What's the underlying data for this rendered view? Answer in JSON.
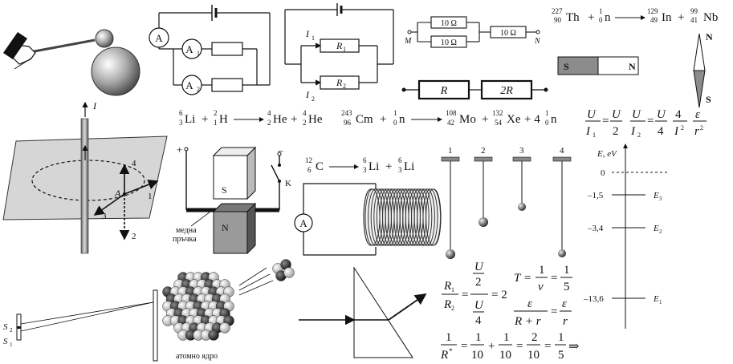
{
  "ammeters": {
    "main": "A",
    "a1": "A",
    "a1_sub": "1",
    "a2": "A",
    "a2_sub": "2",
    "coil": "A"
  },
  "parallel_circuit": {
    "i1": "I",
    "i1_sub": "1",
    "i2": "I",
    "i2_sub": "2",
    "r1": "R",
    "r1_sub": "1",
    "r2": "R",
    "r2_sub": "2"
  },
  "resistor_network": {
    "r_top": "10 Ω",
    "r_bottom": "10 Ω",
    "r_series": "10 Ω",
    "m": "M",
    "n": "N"
  },
  "reaction_thorium": {
    "th_a": "227",
    "th_z": "90",
    "th": "Th",
    "plus1": "+",
    "n_a": "1",
    "n_z": "0",
    "n": "n",
    "in_a": "129",
    "in_z": "49",
    "in": "In",
    "plus2": "+",
    "nb_a": "99",
    "nb_z": "41",
    "nb": "Nb"
  },
  "magnet": {
    "s": "S",
    "n": "N"
  },
  "compass": {
    "n": "N",
    "s": "S"
  },
  "series_resistors": {
    "r": "R",
    "r2": "2R"
  },
  "wire_field": {
    "current": "I",
    "point": "A",
    "dir1": "1",
    "dir2": "2",
    "dir3": "3",
    "dir4": "4"
  },
  "reaction_lithium": {
    "li_a": "6",
    "li_z": "3",
    "li": "Li",
    "plus1": "+",
    "h_a": "2",
    "h_z": "1",
    "h": "H",
    "he1_a": "4",
    "he1_z": "2",
    "he1": "He",
    "plus2": "+",
    "he2_a": "4",
    "he2_z": "2",
    "he2": "He"
  },
  "reaction_curium": {
    "cm_a": "243",
    "cm_z": "96",
    "cm": "Cm",
    "plus1": "+",
    "n_a": "1",
    "n_z": "0",
    "n": "n",
    "mo_a": "108",
    "mo_z": "42",
    "mo": "Mo",
    "plus2": "+",
    "xe_a": "132",
    "xe_z": "54",
    "xe": "Xe",
    "plus3": "+ 4",
    "n2_a": "1",
    "n2_z": "0",
    "n2": "n"
  },
  "formula_ratios": {
    "u1": "U",
    "i1": "I",
    "i1_sub": "1",
    "u2": "U",
    "two": "2",
    "u3": "U",
    "i2": "I",
    "i2_sub": "2",
    "u4": "U",
    "four": "4",
    "num4": "4",
    "isq": "I",
    "isq_exp": "2",
    "eps": "ε",
    "rsq": "r",
    "rsq_exp": "2"
  },
  "reaction_carbon": {
    "c_a": "12",
    "c_z": "6",
    "c": "C",
    "li1_a": "6",
    "li1_z": "3",
    "li1": "Li",
    "plus": "+",
    "li2_a": "6",
    "li2_z": "3",
    "li2": "Li"
  },
  "magnet_rod": {
    "plus": "+",
    "minus": "−",
    "s": "S",
    "n": "N",
    "k": "K",
    "rod_label_1": "медна",
    "rod_label_2": "пръчка"
  },
  "pendulums": {
    "p1": "1",
    "p2": "2",
    "p3": "3",
    "p4": "4"
  },
  "energy_levels": {
    "axis": "E, eV",
    "l0": "0",
    "l1": "–1,5",
    "l2": "–3,4",
    "l3": "–13,6",
    "e3": "E",
    "e3_sub": "3",
    "e2": "E",
    "e2_sub": "2",
    "e1": "E",
    "e1_sub": "1"
  },
  "slits": {
    "s2": "S",
    "s2_sub": "2",
    "s1": "S",
    "s1_sub": "1"
  },
  "nucleus": {
    "label": "атомно ядро"
  },
  "equations": {
    "r1": "R",
    "r1_sub": "1",
    "r2": "R",
    "r2_sub": "2",
    "u_a": "U",
    "two": "2",
    "u_b": "U",
    "four": "4",
    "eq1": "=",
    "eq2": "= 2",
    "t": "T",
    "eq_t": "=",
    "one_a": "1",
    "nu": "ν",
    "eq_t2": "=",
    "one_b": "1",
    "five_a": "5",
    "eps1": "ε",
    "rr": "R + r",
    "eq_e": "=",
    "eps2": "ε",
    "r": "r",
    "one_c": "1",
    "rstar": "R",
    "rstar_exp": "*",
    "eq_s1": "=",
    "one_d": "1",
    "ten_a": "10",
    "plus_s": "+",
    "one_e": "1",
    "ten_b": "10",
    "eq_s2": "=",
    "two_s": "2",
    "ten_c": "10",
    "eq_s3": "=",
    "one_f": "1",
    "five_b": "5",
    "implies": "⇒"
  }
}
